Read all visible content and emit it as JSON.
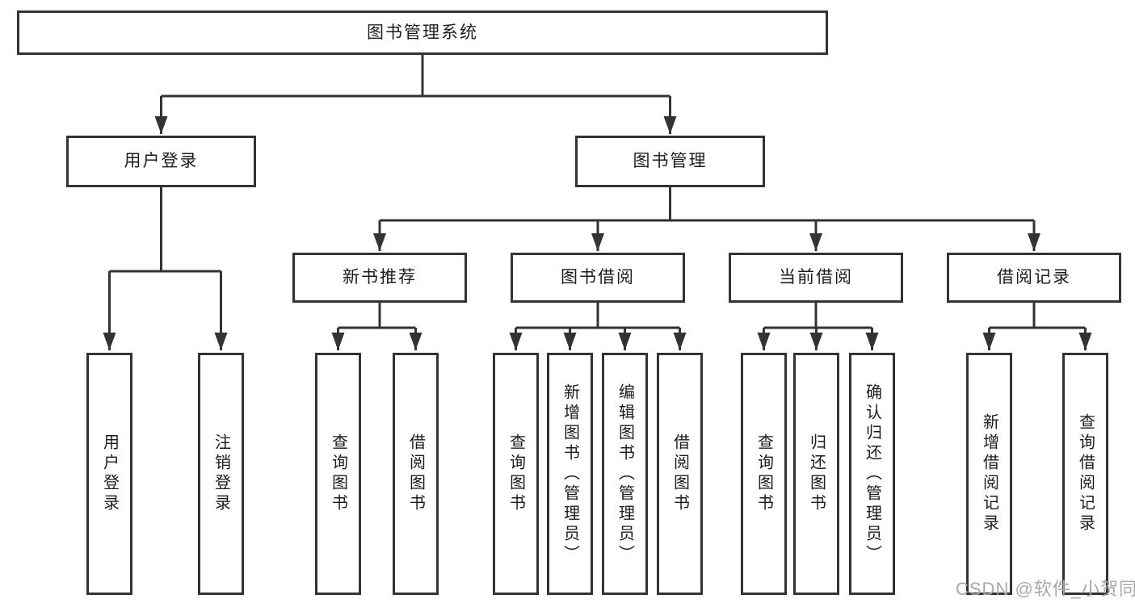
{
  "diagram": {
    "type": "hierarchy-tree",
    "root": {
      "label": "图书管理系统",
      "children": [
        {
          "label": "用户登录",
          "children": [
            {
              "label": "用户登录"
            },
            {
              "label": "注销登录"
            }
          ]
        },
        {
          "label": "图书管理",
          "children": [
            {
              "label": "新书推荐",
              "children": [
                {
                  "label": "查询图书"
                },
                {
                  "label": "借阅图书"
                }
              ]
            },
            {
              "label": "图书借阅",
              "children": [
                {
                  "label": "查询图书"
                },
                {
                  "label": "新增图书（管理员）"
                },
                {
                  "label": "编辑图书（管理员）"
                },
                {
                  "label": "借阅图书"
                }
              ]
            },
            {
              "label": "当前借阅",
              "children": [
                {
                  "label": "查询图书"
                },
                {
                  "label": "归还图书"
                },
                {
                  "label": "确认归还（管理员）"
                }
              ]
            },
            {
              "label": "借阅记录",
              "children": [
                {
                  "label": "新增借阅记录"
                },
                {
                  "label": "查询借阅记录"
                }
              ]
            }
          ]
        }
      ]
    },
    "colors": {
      "box_border": "#333333",
      "box_fill": "#ffffff",
      "line": "#333333",
      "text": "#1c1c1c",
      "watermark": "#a8a8a8",
      "background": "#ffffff"
    }
  },
  "watermark": {
    "text": "CSDN @软件_小贺同学"
  }
}
